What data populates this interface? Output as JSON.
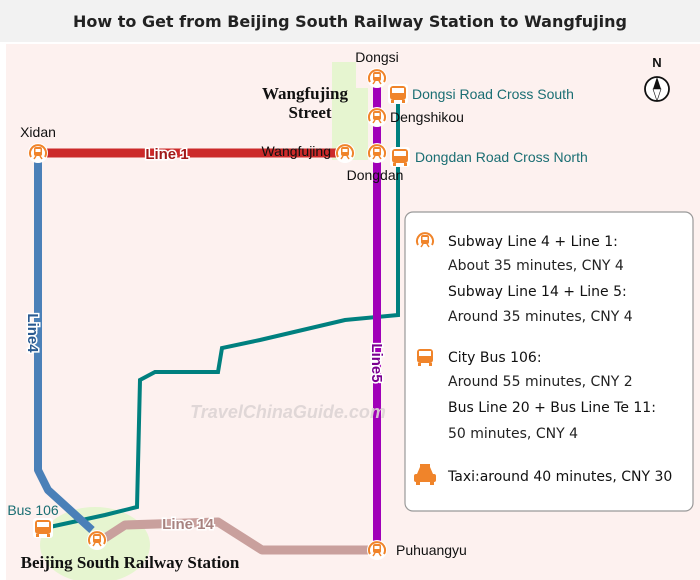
{
  "title": "How to Get from Beijing South Railway Station to Wangfujing",
  "colors": {
    "line1": "#cc2a2a",
    "line4": "#4a80b8",
    "line5": "#a000b8",
    "line14": "#c9a09d",
    "bus106": "#00807f",
    "station": "#f0842a",
    "background": "#fdf1ef",
    "green": "#e6f5d0"
  },
  "lines": {
    "line1": "Line 1",
    "line4": "Line4",
    "line5": "Line5",
    "line14": "Line 14"
  },
  "stations": {
    "xidan": "Xidan",
    "wangfujing": "Wangfujing",
    "dongsi": "Dongsi",
    "dengshikou": "Dengshikou",
    "dongdan": "Dongdan",
    "puhuangyu": "Puhuangyu",
    "beijing_south": "Beijing South Railway Station"
  },
  "landmark": {
    "line1": "Wangfujing",
    "line2": "Street"
  },
  "bus_stops": {
    "dongsi_south": "Dongsi Road Cross South",
    "dongdan_north": "Dongdan Road Cross North",
    "bus106": "Bus 106"
  },
  "compass": "N",
  "watermark": "TravelChinaGuide.com",
  "info": {
    "subway": [
      {
        "heading": "Subway Line 4 + Line 1:",
        "detail": "About 35 minutes, CNY 4"
      },
      {
        "heading": "Subway Line 14 + Line 5:",
        "detail": "Around 35 minutes, CNY 4"
      }
    ],
    "bus": [
      {
        "heading": "City Bus 106:",
        "detail": "Around 55 minutes, CNY 2"
      },
      {
        "heading": "Bus Line 20 + Bus Line Te 11:",
        "detail": "50 minutes, CNY 4"
      }
    ],
    "taxi": {
      "heading": "Taxi:",
      "detail": "around 40 minutes, CNY 30"
    }
  }
}
